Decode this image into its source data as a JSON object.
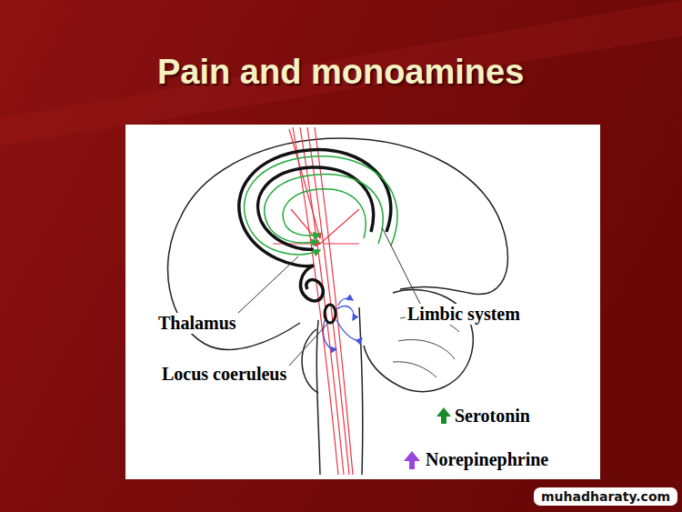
{
  "diagram": {
    "title": "Pain and monoamines",
    "labels": [
      "Thalamus",
      "Locus coeruleus",
      "Limbic system",
      "muhadharaty.com"
    ],
    "legend": [
      {
        "text": "Serotonin"
      },
      {
        "text": "Norepinephrine"
      }
    ]
  }
}
